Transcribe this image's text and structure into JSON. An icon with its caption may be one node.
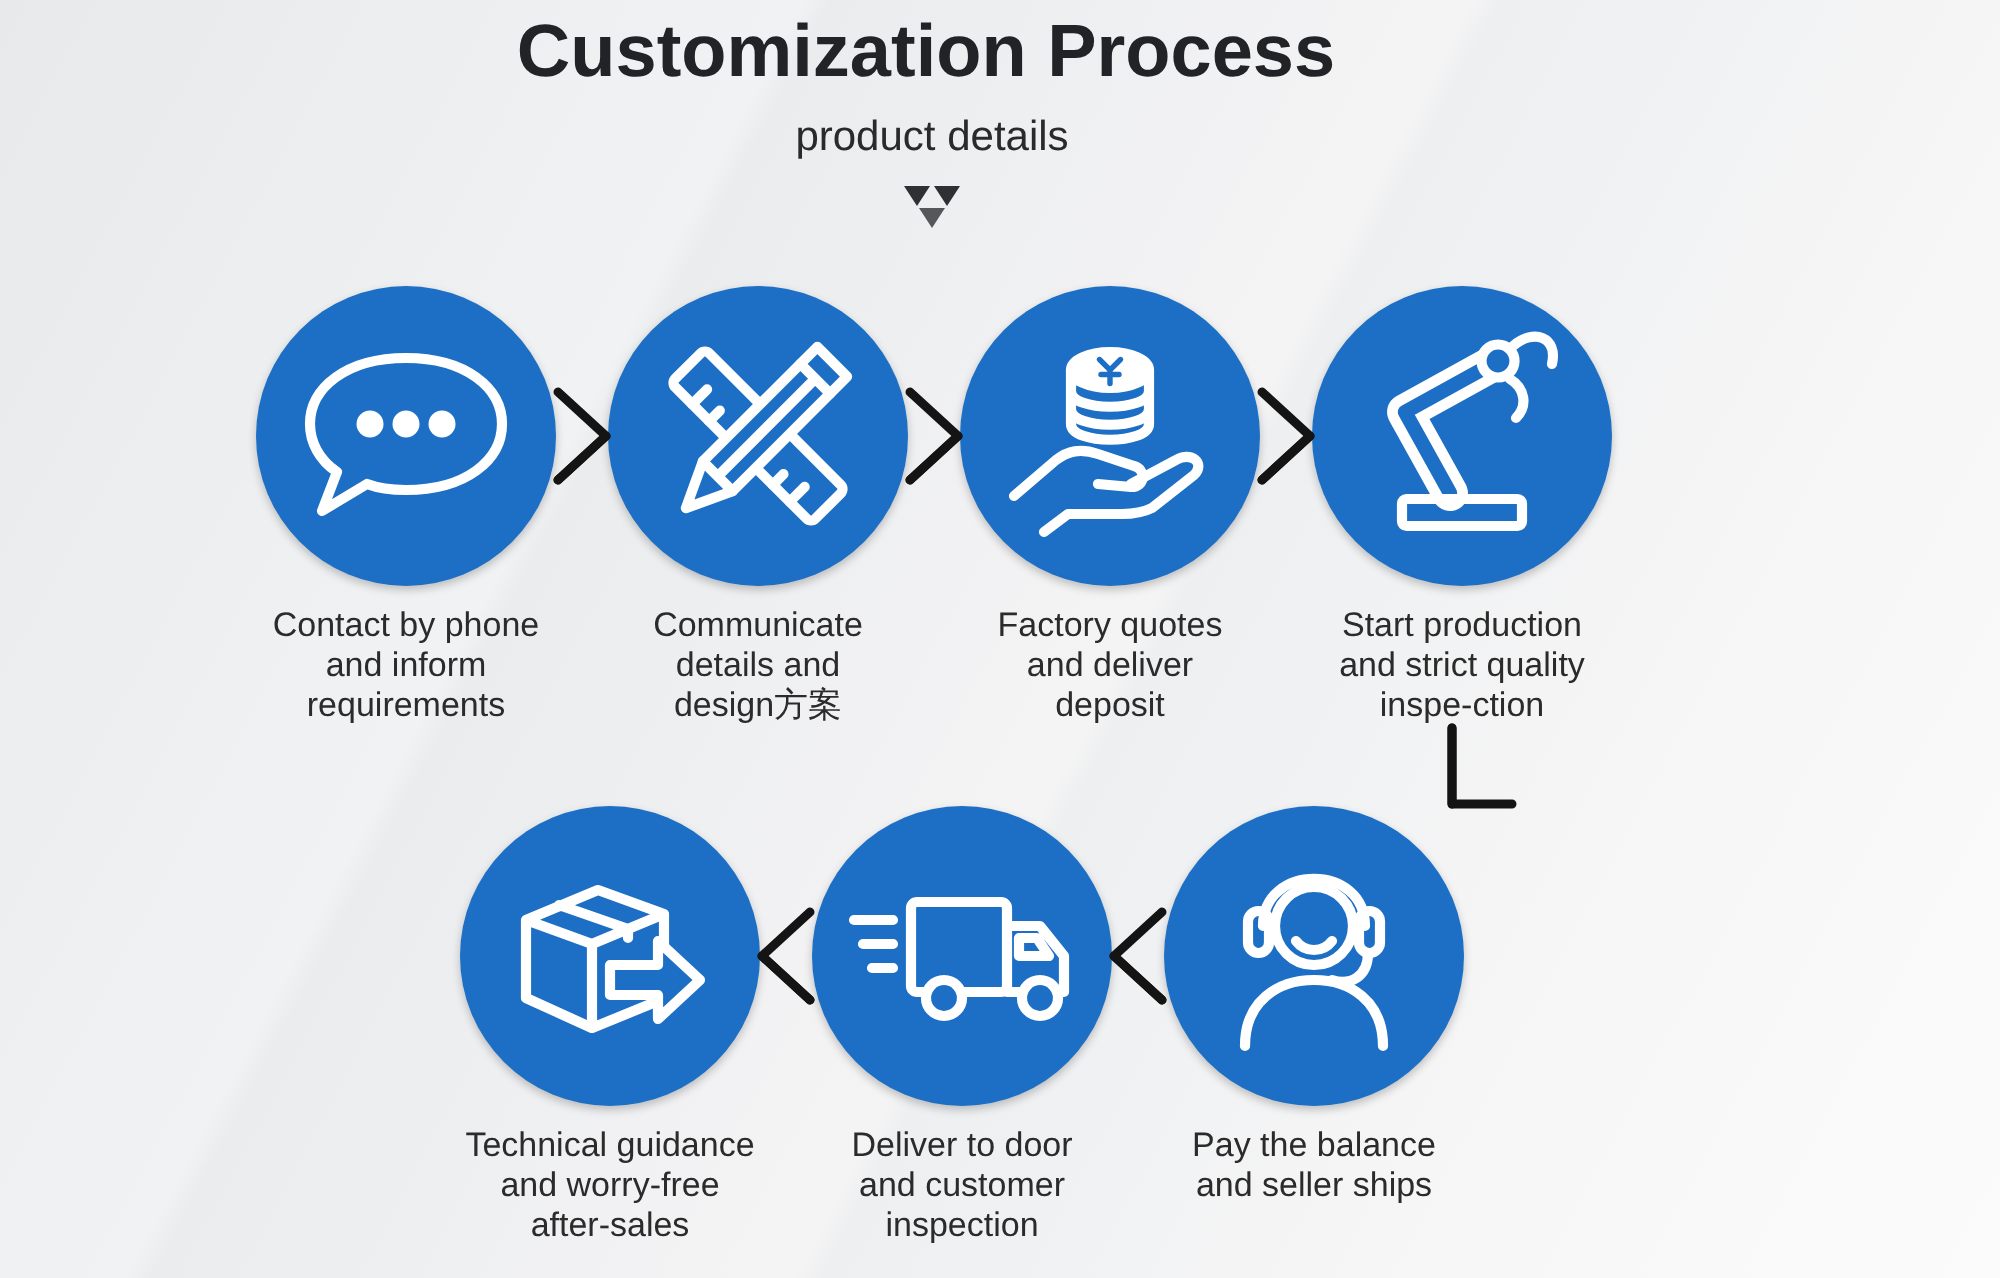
{
  "diagram": {
    "title": "Customization Process",
    "nodes": [
      {
        "text": [
          "Contact by phone and inform requirements"
        ]
      },
      {
        "text": [
          "Communicate details and design方案"
        ]
      },
      {
        "text": [
          "Factory quotes and deliver deposit"
        ]
      },
      {
        "text": [
          "Start production and strict quality inspe-ction"
        ]
      },
      {
        "text": [
          "Pay the balance and seller ships"
        ]
      },
      {
        "text": [
          "Deliver to door and customer inspection"
        ]
      },
      {
        "text": [
          "Technical guidance and worry-free after-sales"
        ]
      }
    ],
    "edges": [
      {
        "from": 0,
        "to": 1,
        "arrow": "to"
      },
      {
        "from": 1,
        "to": 2,
        "arrow": "to"
      },
      {
        "from": 2,
        "to": 3,
        "arrow": "to"
      },
      {
        "from": 3,
        "to": 4,
        "arrow": "to"
      },
      {
        "from": 4,
        "to": 5,
        "arrow": "to"
      },
      {
        "from": 5,
        "to": 6,
        "arrow": "to"
      }
    ],
    "labels": [
      "product details"
    ]
  }
}
